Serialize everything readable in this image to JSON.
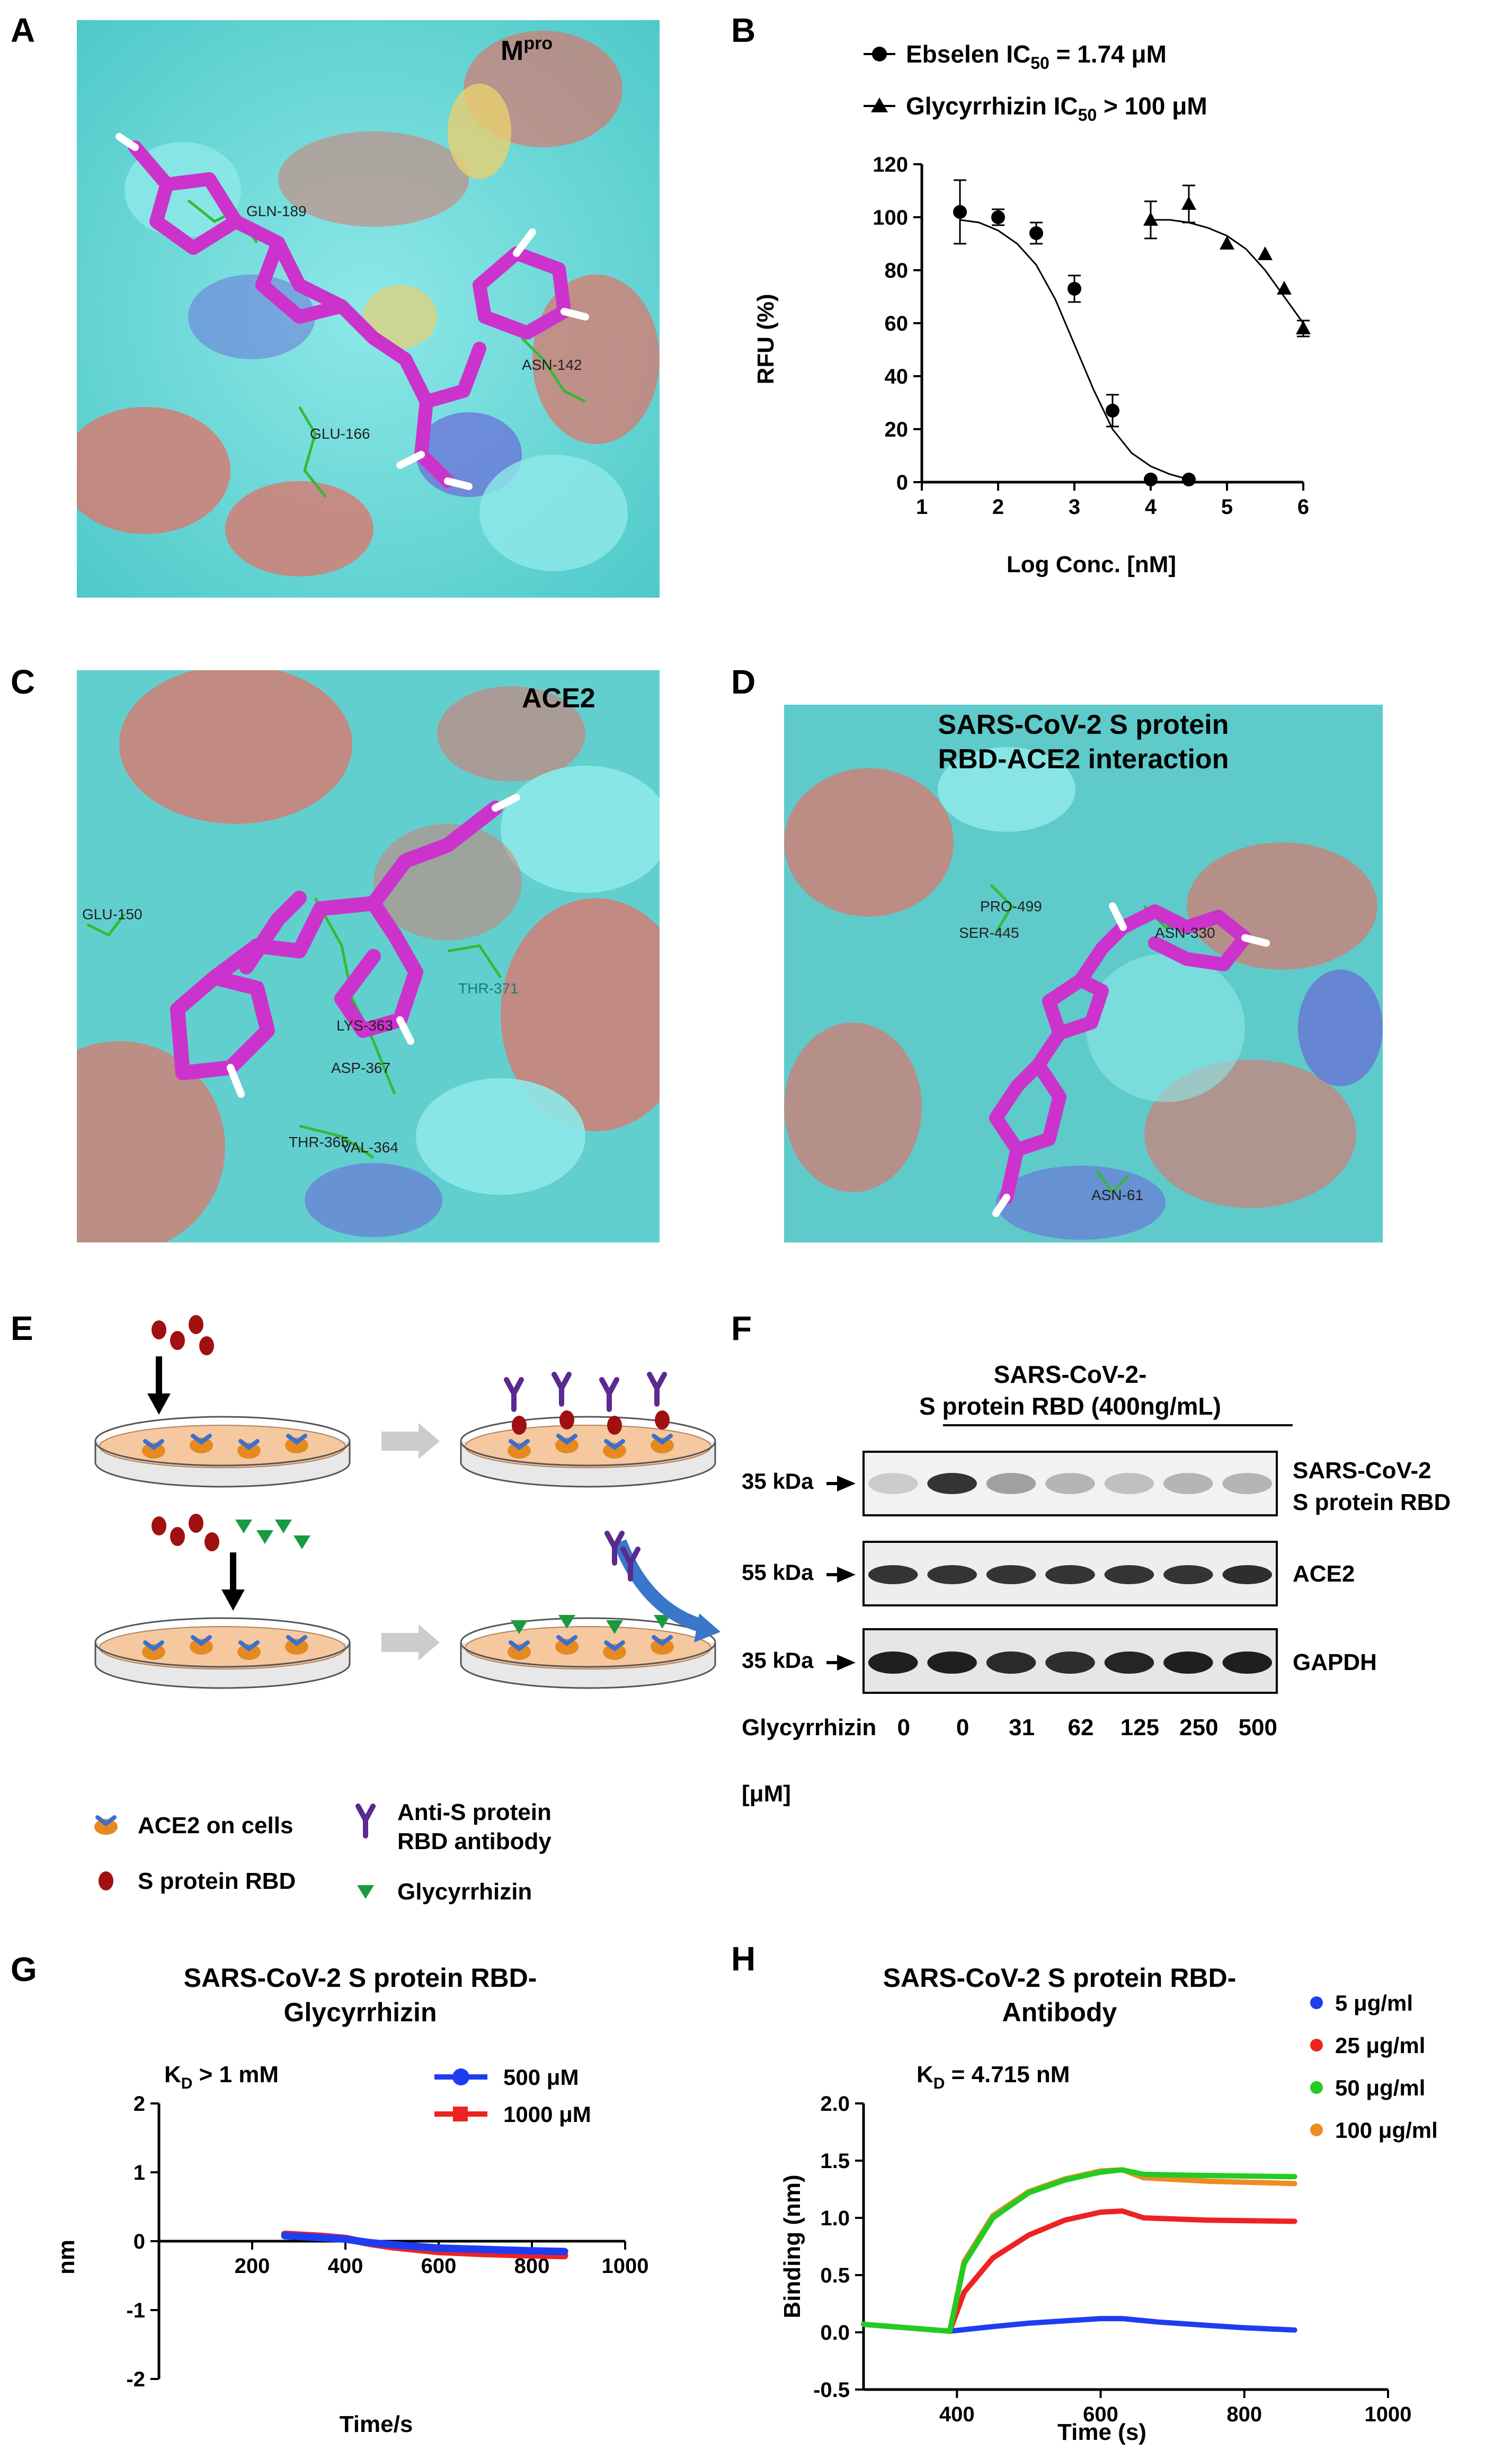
{
  "panels": {
    "A": {
      "letter": "A",
      "protein_label": "M",
      "protein_sup": "pro",
      "residues": [
        "GLN-189",
        "ASN-142",
        "GLU-166"
      ]
    },
    "B": {
      "letter": "B",
      "legend": [
        {
          "name_main": "Ebselen IC",
          "name_sub": "50",
          "name_rest": " = 1.74 μM",
          "marker": "circle"
        },
        {
          "name_main": "Glycyrrhizin IC",
          "name_sub": "50",
          "name_rest": " > 100 μM",
          "marker": "triangle"
        }
      ],
      "ylabel": "RFU (%)",
      "xlabel": "Log Conc. [nM]"
    },
    "C": {
      "letter": "C",
      "protein_label": "ACE2",
      "residues": [
        "GLU-150",
        "THR-371",
        "LYS-363",
        "ASP-367",
        "THR-365",
        "VAL-364"
      ]
    },
    "D": {
      "letter": "D",
      "title_line1": "SARS-CoV-2 S protein",
      "title_line2": "RBD-ACE2 interaction",
      "residues": [
        "PRO-499",
        "SER-445",
        "ASN-330",
        "ASN-61"
      ]
    },
    "E": {
      "letter": "E",
      "legend": {
        "ace2": "ACE2 on cells",
        "rbd": "S protein RBD",
        "antibody_line1": "Anti-S protein",
        "antibody_line2": "RBD antibody",
        "glycyrrhizin": "Glycyrrhizin"
      }
    },
    "F": {
      "letter": "F",
      "header_line1": "SARS-CoV-2-",
      "header_line2": "S protein RBD (400ng/mL)",
      "bands": [
        {
          "kda": "35 kDa",
          "label_line1": "SARS-CoV-2",
          "label_line2": "S protein RBD"
        },
        {
          "kda": "55 kDa",
          "label_line1": "ACE2",
          "label_line2": ""
        },
        {
          "kda": "35 kDa",
          "label_line1": "GAPDH",
          "label_line2": ""
        }
      ],
      "row_label": "Glycyrrhizin",
      "row_unit": "[μM]",
      "lanes": [
        "0",
        "0",
        "31",
        "62",
        "125",
        "250",
        "500"
      ]
    },
    "G": {
      "letter": "G",
      "title_line1": "SARS-CoV-2 S protein RBD-",
      "title_line2": "Glycyrrhizin",
      "kd_main": "K",
      "kd_sub": "D",
      "kd_rest": " > 1 mM",
      "ylabel": "nm",
      "xlabel": "Time/s"
    },
    "H": {
      "letter": "H",
      "title_line1": "SARS-CoV-2 S protein RBD-",
      "title_line2": "Antibody",
      "kd_main": "K",
      "kd_sub": "D",
      "kd_rest": " = 4.715 nM",
      "ylabel": "Binding (nm)",
      "xlabel": "Time (s)"
    }
  },
  "colors": {
    "surface_cyan": "#5fd3d3",
    "surface_red": "#d9786e",
    "surface_blue": "#6a6ad8",
    "ligand_magenta": "#cc33cc",
    "residue_green": "#33bb33",
    "dish_fill": "#f5c8a0",
    "rbd_red": "#a01010",
    "antibody_purple": "#5a2a90",
    "glycyrrhizin_green": "#1a9a40",
    "ace2_blue": "#3b6fd0",
    "ace2_orange": "#e58a20",
    "series_blue": "#1f3df0",
    "series_red": "#ee2222",
    "series_green": "#22cc22",
    "series_orange": "#f08a24"
  },
  "chart_data": [
    {
      "id": "B",
      "type": "scatter",
      "xlabel": "Log Conc. [nM]",
      "ylabel": "RFU (%)",
      "xlim": [
        1,
        6
      ],
      "ylim": [
        0,
        120
      ],
      "xticks": [
        1,
        2,
        3,
        4,
        5,
        6
      ],
      "yticks": [
        0,
        20,
        40,
        60,
        80,
        100,
        120
      ],
      "series": [
        {
          "name": "Ebselen IC50 = 1.74 μM",
          "marker": "circle",
          "x": [
            1.5,
            2.0,
            2.5,
            3.0,
            3.5,
            4.0,
            4.5
          ],
          "y": [
            102,
            100,
            94,
            73,
            27,
            1,
            1
          ],
          "err": [
            12,
            3,
            4,
            5,
            6,
            0,
            0
          ],
          "fit_x": [
            1.5,
            1.75,
            2.0,
            2.25,
            2.5,
            2.75,
            3.0,
            3.25,
            3.5,
            3.75,
            4.0,
            4.25,
            4.5
          ],
          "fit_y": [
            99,
            98,
            95,
            90,
            82,
            69,
            52,
            35,
            20,
            11,
            6,
            3,
            1
          ]
        },
        {
          "name": "Glycyrrhizin IC50 > 100 μM",
          "marker": "triangle",
          "x": [
            4.0,
            4.5,
            5.0,
            5.5,
            5.75,
            6.0
          ],
          "y": [
            99,
            105,
            90,
            86,
            73,
            58
          ],
          "err": [
            7,
            7,
            0,
            0,
            0,
            3
          ],
          "fit_x": [
            4.0,
            4.25,
            4.5,
            4.75,
            5.0,
            5.25,
            5.5,
            5.75,
            6.0
          ],
          "fit_y": [
            99,
            99,
            98,
            96,
            93,
            88,
            80,
            70,
            60
          ]
        }
      ]
    },
    {
      "id": "G",
      "type": "line",
      "xlabel": "Time/s",
      "ylabel": "nm",
      "xlim": [
        0,
        1000
      ],
      "ylim": [
        -2,
        2
      ],
      "xticks": [
        200,
        400,
        600,
        800,
        1000
      ],
      "yticks": [
        -2,
        -1,
        0,
        1,
        2
      ],
      "series": [
        {
          "name": "500 μM",
          "x": [
            270,
            350,
            400,
            450,
            500,
            600,
            700,
            800,
            870
          ],
          "y": [
            0.08,
            0.05,
            0.03,
            -0.02,
            -0.05,
            -0.1,
            -0.12,
            -0.14,
            -0.15
          ]
        },
        {
          "name": "1000 μM",
          "x": [
            270,
            350,
            400,
            450,
            500,
            600,
            700,
            800,
            870
          ],
          "y": [
            0.1,
            0.07,
            0.04,
            -0.03,
            -0.08,
            -0.15,
            -0.18,
            -0.2,
            -0.21
          ]
        }
      ]
    },
    {
      "id": "H",
      "type": "line",
      "xlabel": "Time (s)",
      "ylabel": "Binding (nm)",
      "xlim": [
        270,
        1000
      ],
      "ylim": [
        -0.5,
        2.0
      ],
      "xticks": [
        400,
        600,
        800,
        1000
      ],
      "yticks": [
        -0.5,
        0.0,
        0.5,
        1.0,
        1.5,
        2.0
      ],
      "series": [
        {
          "name": "5 μg/ml",
          "x": [
            270,
            330,
            390,
            450,
            500,
            550,
            600,
            630,
            680,
            750,
            800,
            870
          ],
          "y": [
            0.07,
            0.04,
            0.01,
            0.05,
            0.08,
            0.1,
            0.12,
            0.12,
            0.09,
            0.06,
            0.04,
            0.02
          ]
        },
        {
          "name": "25 μg/ml",
          "x": [
            270,
            330,
            390,
            410,
            450,
            500,
            550,
            600,
            630,
            660,
            750,
            870
          ],
          "y": [
            0.07,
            0.04,
            0.01,
            0.35,
            0.65,
            0.85,
            0.98,
            1.05,
            1.06,
            1.0,
            0.98,
            0.97
          ]
        },
        {
          "name": "50 μg/ml",
          "x": [
            270,
            330,
            390,
            410,
            450,
            500,
            550,
            600,
            630,
            660,
            750,
            870
          ],
          "y": [
            0.07,
            0.04,
            0.01,
            0.6,
            1.0,
            1.22,
            1.33,
            1.4,
            1.42,
            1.38,
            1.37,
            1.36
          ]
        },
        {
          "name": "100 μg/ml",
          "x": [
            270,
            330,
            390,
            410,
            450,
            500,
            550,
            600,
            630,
            660,
            750,
            870
          ],
          "y": [
            0.07,
            0.04,
            0.01,
            0.62,
            1.02,
            1.23,
            1.34,
            1.41,
            1.42,
            1.35,
            1.32,
            1.3
          ]
        }
      ]
    }
  ]
}
